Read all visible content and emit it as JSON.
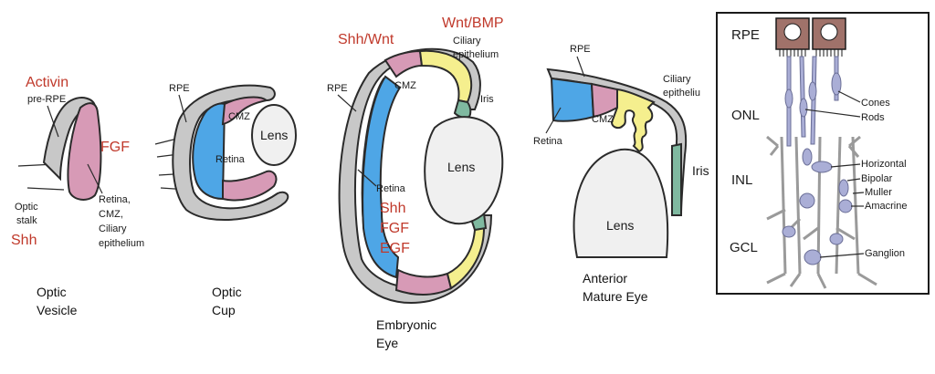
{
  "colors": {
    "rpe_gray": "#c8c8c8",
    "retina_blue": "#4ea6e6",
    "cmz_pink": "#d79ab6",
    "ciliary_yellow": "#f5ef8e",
    "iris_green": "#7fb9a0",
    "lens_fill": "#f0f0f0",
    "signal_red": "#c0392b",
    "cell_lavender": "#aaaed6",
    "cell_box_brown": "#a0726a"
  },
  "optic_vesicle": {
    "activin": "Activin",
    "pre_rpe": "pre-RPE",
    "fgf": "FGF",
    "optic": "Optic",
    "stalk": "stalk",
    "shh": "Shh",
    "retina_line1": "Retina,",
    "retina_line2": "CMZ,",
    "retina_line3": "Ciliary",
    "retina_line4": "epithelium",
    "caption_line1": "Optic",
    "caption_line2": "Vesicle"
  },
  "optic_cup": {
    "rpe": "RPE",
    "cmz": "CMZ",
    "lens": "Lens",
    "retina": "Retina",
    "caption_line1": "Optic",
    "caption_line2": "Cup"
  },
  "embryonic_eye": {
    "shh_wnt": "Shh/Wnt",
    "wnt_bmp": "Wnt/BMP",
    "ciliary_line1": "Ciliary",
    "ciliary_line2": "epithelium",
    "rpe": "RPE",
    "cmz": "CMZ",
    "iris": "Iris",
    "lens": "Lens",
    "retina": "Retina",
    "shh": "Shh",
    "fgf": "FGF",
    "egf": "EGF",
    "caption_line1": "Embryonic",
    "caption_line2": "Eye"
  },
  "mature_eye": {
    "rpe": "RPE",
    "ciliary_line1": "Ciliary",
    "ciliary_line2": "epitheliu",
    "retina": "Retina",
    "cmz": "CMZ",
    "iris": "Iris",
    "lens": "Lens",
    "caption_line1": "Anterior",
    "caption_line2": "Mature Eye"
  },
  "retina_layers": {
    "rpe": "RPE",
    "onl": "ONL",
    "inl": "INL",
    "gcl": "GCL",
    "cones": "Cones",
    "rods": "Rods",
    "horizontal": "Horizontal",
    "bipolar": "Bipolar",
    "muller": "Muller",
    "amacrine": "Amacrine",
    "ganglion": "Ganglion"
  }
}
